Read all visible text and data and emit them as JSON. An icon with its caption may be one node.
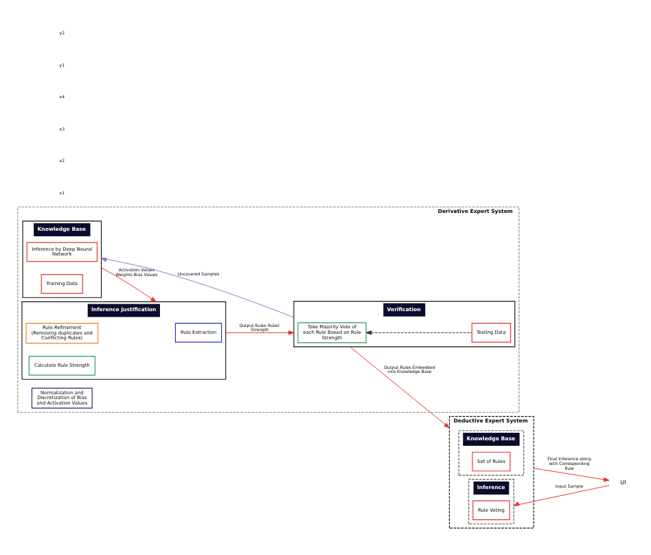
{
  "diagram": {
    "nodes": [
      {
        "text": [
          "Derivative Expert System"
        ]
      },
      {
        "text": [
          "Knowledge Base"
        ],
        "in": 0
      },
      {
        "text": [
          "Inference by Deep Neural Network"
        ],
        "in": 1
      },
      {
        "text": [
          "Training Data"
        ],
        "in": 1
      },
      {
        "text": [
          "Inference Justification"
        ],
        "in": 0
      },
      {
        "text": [
          "Rule Extraction"
        ],
        "in": 4
      },
      {
        "text": [
          "Rule Refinement (Removing duplicates and Conflicting Rules)"
        ],
        "in": 4
      },
      {
        "text": [
          "Calculate Rule Strength"
        ],
        "in": 4
      },
      {
        "text": [
          "Normalization and Discretization of Bias and Activation Values"
        ],
        "in": 0
      },
      {
        "text": [
          "Verification"
        ],
        "in": 0
      },
      {
        "text": [
          "Take Majority Vote of each Rule Based on Rule Strength"
        ],
        "in": 9
      },
      {
        "text": [
          "Testing Data"
        ],
        "in": 9
      },
      {
        "text": [
          "Deductive Expert System"
        ]
      },
      {
        "text": [
          "Knowledge Base"
        ],
        "in": 12
      },
      {
        "text": [
          "Set of Rules"
        ],
        "in": 13
      },
      {
        "text": [
          "Inference"
        ],
        "in": 12
      },
      {
        "text": [
          "Rule Voting"
        ],
        "in": 15
      },
      {
        "text": [
          "UI"
        ]
      }
    ],
    "edges": [
      {
        "from": 9,
        "to": 1,
        "arrow": "to",
        "label": "Uncovered Samples",
        "color": "#8080c0"
      },
      {
        "from": 1,
        "to": 4,
        "arrow": "to",
        "label": "Activation Values Weights Bias Values"
      },
      {
        "from": 4,
        "to": 9,
        "arrow": "to",
        "label": "Output Rules Rules' Strength"
      },
      {
        "from": 11,
        "to": 10,
        "arrow": "to",
        "style": "dashed",
        "color": "#333333"
      },
      {
        "from": 9,
        "to": 12,
        "arrow": "to",
        "label": "Output Rules Embedded into Knowledge Base"
      },
      {
        "from": 12,
        "to": 17,
        "arrow": "to",
        "label": "Final Inference along with Corresponding Rule"
      },
      {
        "from": 17,
        "to": 15,
        "arrow": "to",
        "label": "Input Sample"
      }
    ],
    "labels": [
      "x1",
      "x2",
      "x3",
      "x4",
      "y1",
      "y2"
    ]
  }
}
